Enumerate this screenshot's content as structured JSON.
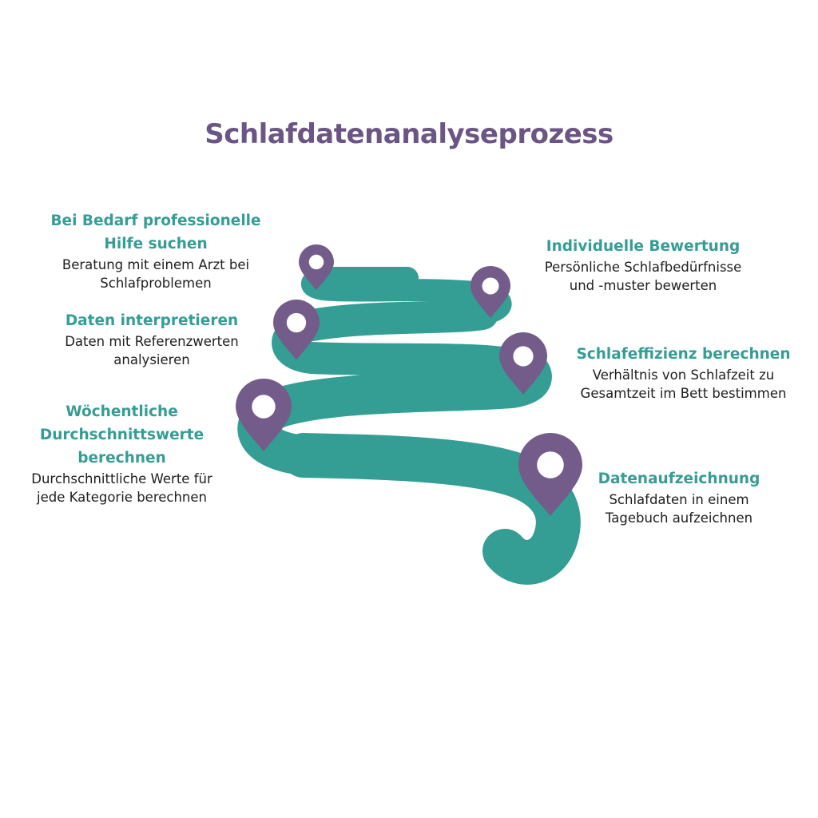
{
  "title": "Schlafdatenanalyseprozess",
  "colors": {
    "title": "#6b5585",
    "heading": "#349d94",
    "path": "#349d94",
    "pin": "#735c89",
    "pin_hole": "#ffffff",
    "text": "#1e1e1e"
  },
  "steps": [
    {
      "heading_lines": [
        "Bei Bedarf professionelle",
        "Hilfe suchen"
      ],
      "description_lines": [
        "Beratung mit einem Arzt bei",
        "Schlafproblemen"
      ]
    },
    {
      "heading_lines": [
        "Individuelle Bewertung"
      ],
      "description_lines": [
        "Persönliche Schlafbedürfnisse",
        "und -muster bewerten"
      ]
    },
    {
      "heading_lines": [
        "Daten interpretieren"
      ],
      "description_lines": [
        "Daten mit Referenzwerten",
        "analysieren"
      ]
    },
    {
      "heading_lines": [
        "Schlafeffizienz berechnen"
      ],
      "description_lines": [
        "Verhältnis von Schlafzeit zu",
        "Gesamtzeit im Bett bestimmen"
      ]
    },
    {
      "heading_lines": [
        "Wöchentliche",
        "Durchschnittswerte",
        "berechnen"
      ],
      "description_lines": [
        "Durchschnittliche Werte für",
        "jede Kategorie berechnen"
      ]
    },
    {
      "heading_lines": [
        "Datenaufzeichnung"
      ],
      "description_lines": [
        "Schlafdaten in einem",
        "Tagebuch aufzeichnen"
      ]
    }
  ]
}
